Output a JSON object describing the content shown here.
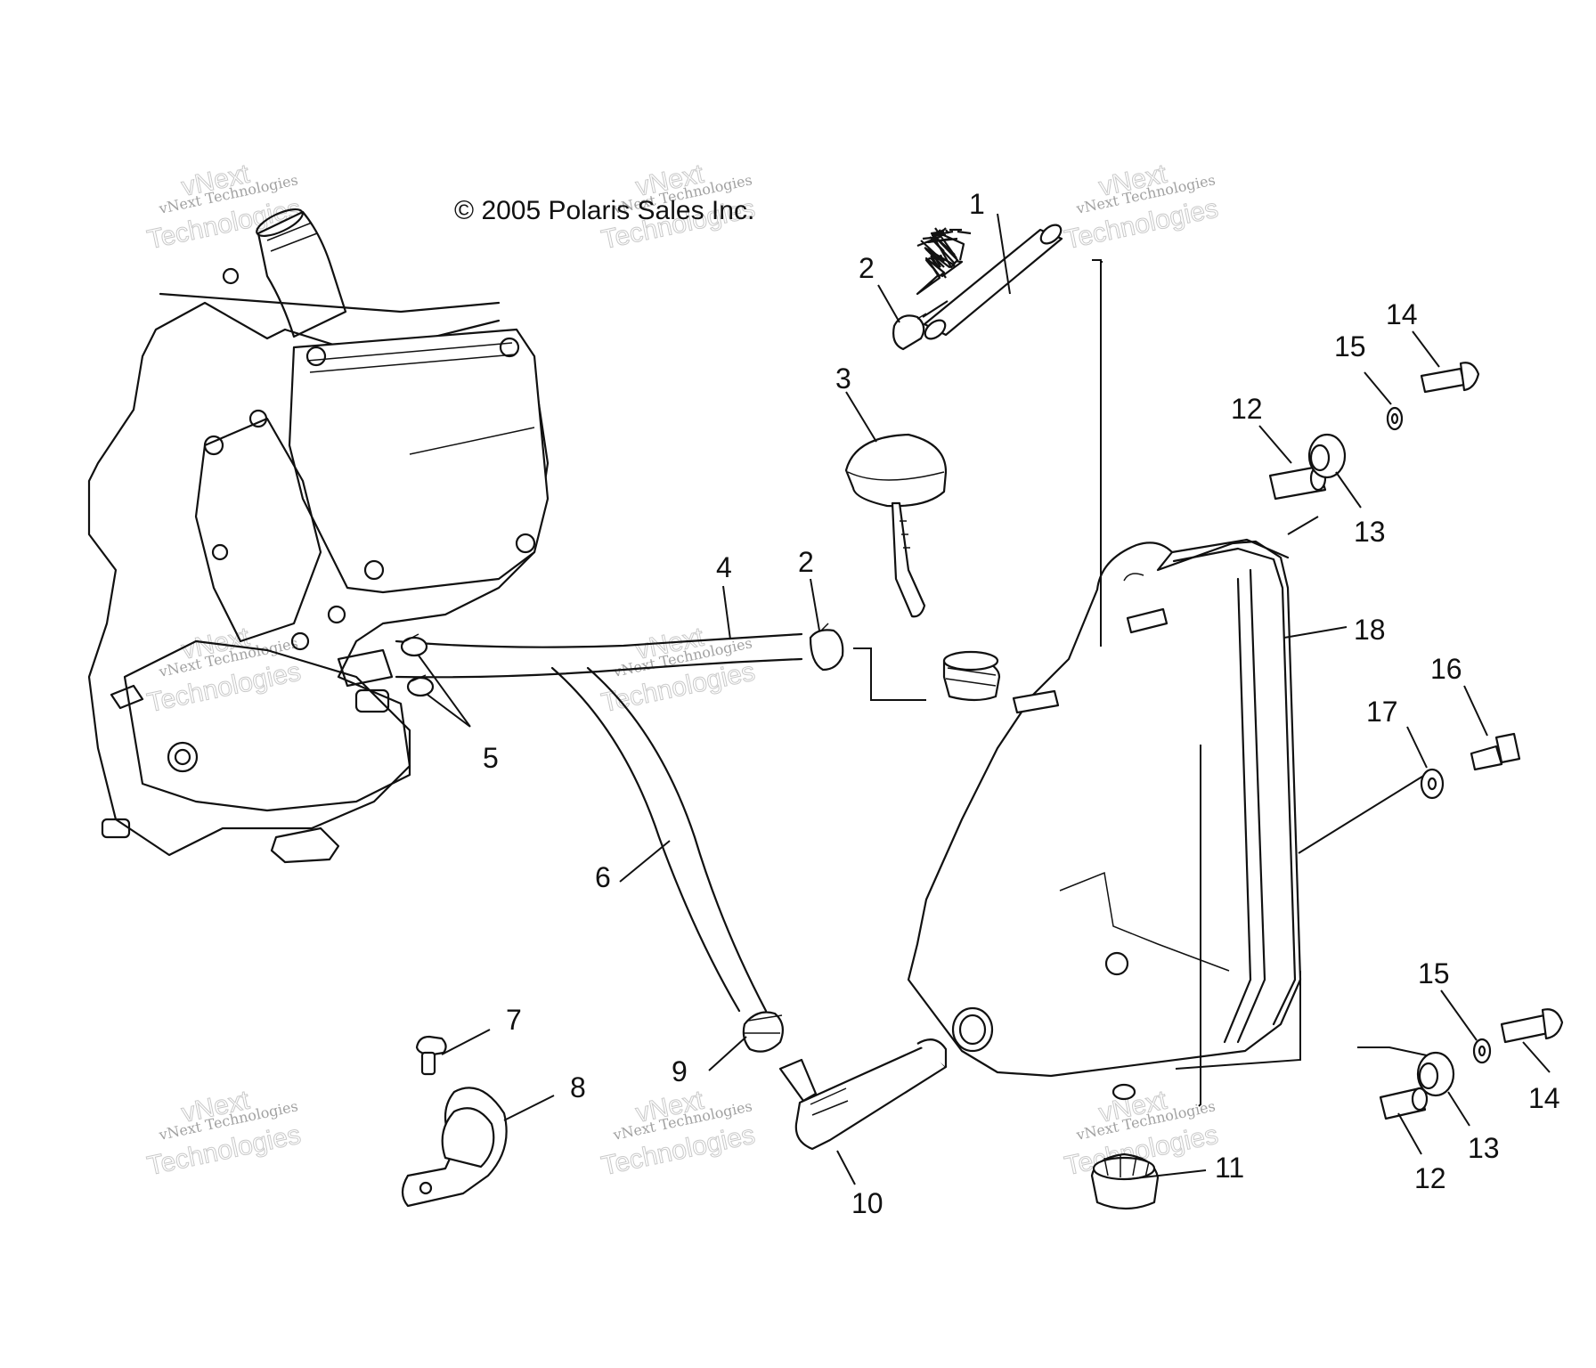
{
  "copyright": "© 2005 Polaris Sales Inc.",
  "watermark": {
    "line1": "vNext Technologies",
    "line2": "Technologies",
    "line3": "vNext"
  },
  "callouts": [
    "1",
    "2",
    "3",
    "4",
    "2",
    "5",
    "6",
    "7",
    "8",
    "9",
    "10",
    "11",
    "12",
    "13",
    "14",
    "15",
    "12",
    "13",
    "14",
    "15",
    "16",
    "17",
    "18"
  ]
}
